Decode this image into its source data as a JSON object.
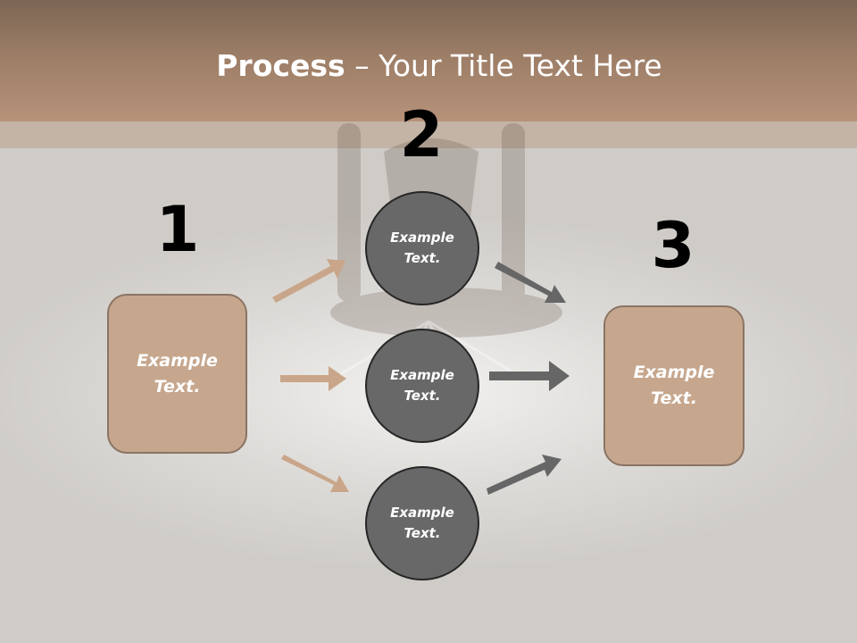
{
  "slide": {
    "title_bold": "Process",
    "title_rest": " – Your Title Text Here",
    "colors": {
      "banner": "#a88670",
      "box_fill": "#c6a78e",
      "box_border": "#8a7463",
      "circle_fill": "#686868",
      "circle_border": "#262626",
      "arrow_tan": "#c9a68a",
      "arrow_gray": "#666666"
    }
  },
  "steps": [
    {
      "number": "1",
      "text": "Example Text."
    },
    {
      "number": "2",
      "items": [
        "Example Text.",
        "Example Text.",
        "Example Text."
      ]
    },
    {
      "number": "3",
      "text": "Example Text."
    }
  ]
}
